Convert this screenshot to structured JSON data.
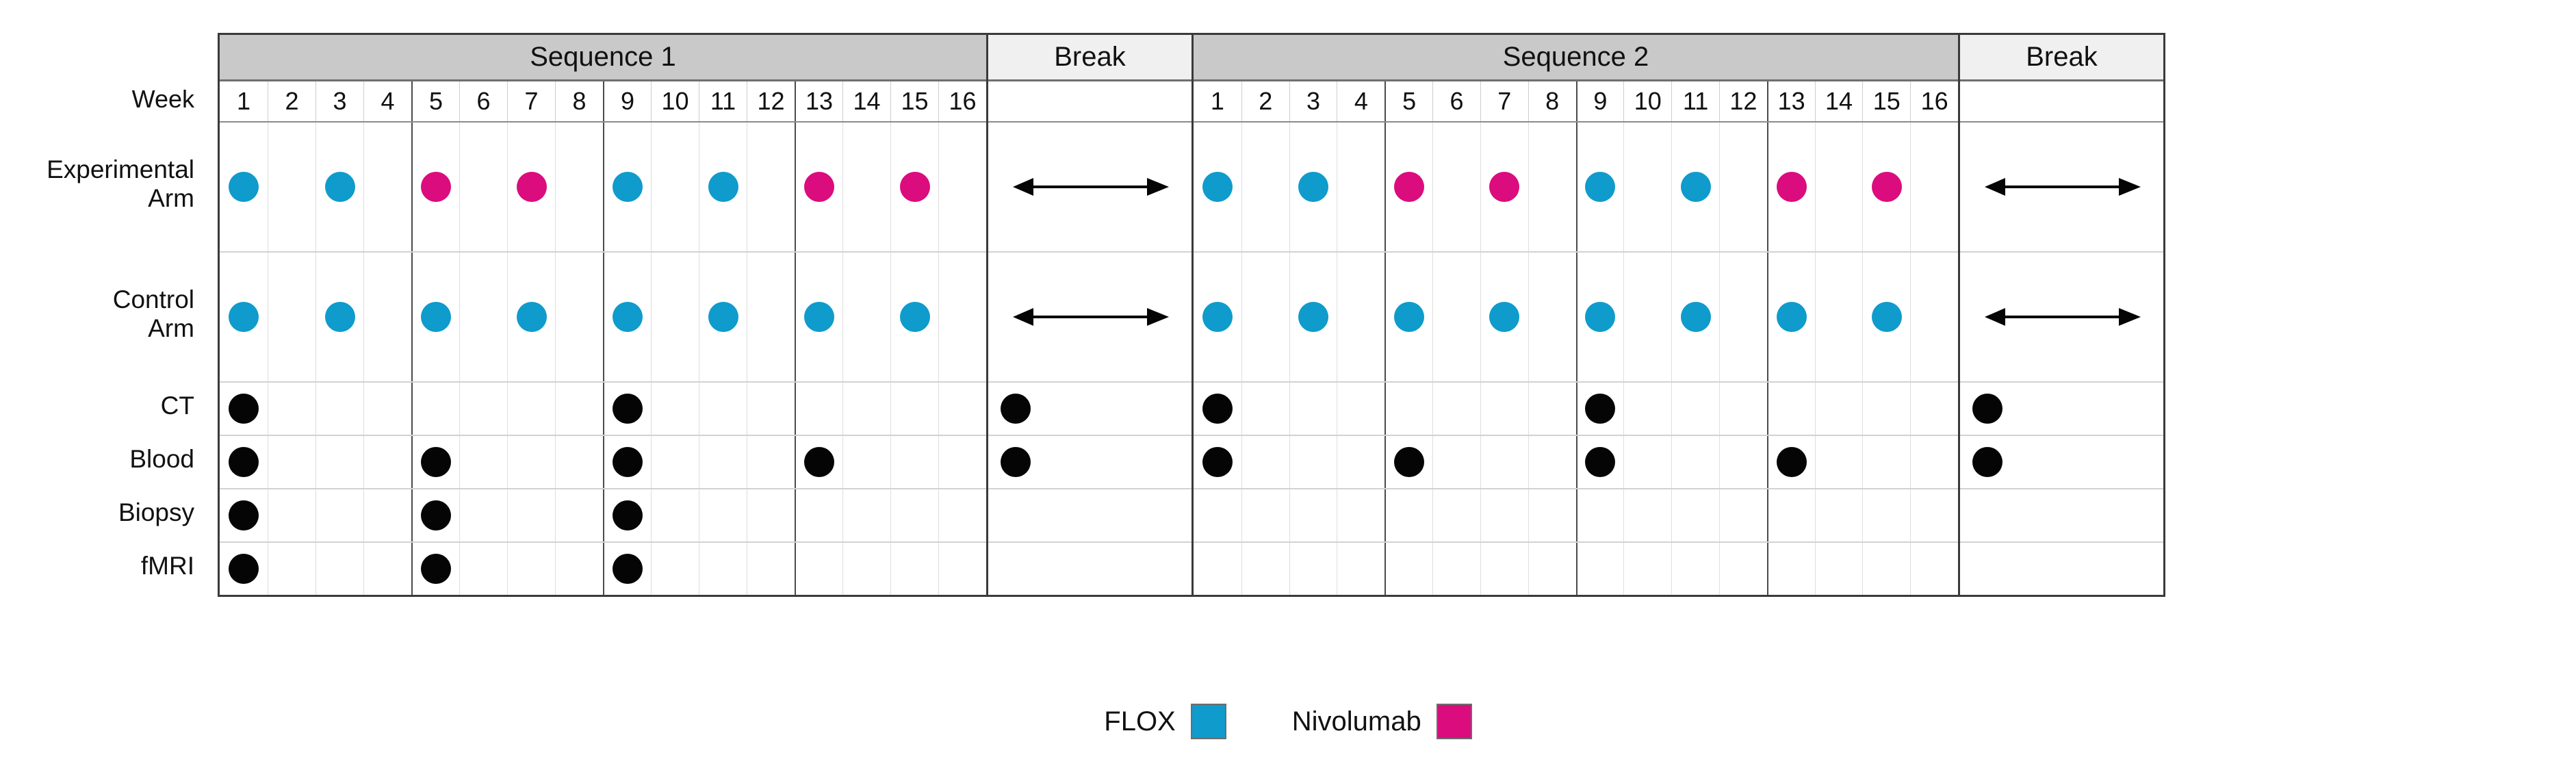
{
  "chart_data": {
    "type": "table",
    "title": "Clinical trial treatment and assessment schedule",
    "xlabel": "Week",
    "ylabel": "",
    "column_groups": [
      {
        "label": "Sequence 1",
        "kind": "sequence",
        "weeks": [
          1,
          2,
          3,
          4,
          5,
          6,
          7,
          8,
          9,
          10,
          11,
          12,
          13,
          14,
          15,
          16
        ]
      },
      {
        "label": "Break",
        "kind": "break",
        "weeks": []
      },
      {
        "label": "Sequence 2",
        "kind": "sequence",
        "weeks": [
          1,
          2,
          3,
          4,
          5,
          6,
          7,
          8,
          9,
          10,
          11,
          12,
          13,
          14,
          15,
          16
        ]
      },
      {
        "label": "Break",
        "kind": "break",
        "weeks": []
      }
    ],
    "week_axis_label": "Week",
    "rows": [
      {
        "label": "Experimental\nArm",
        "marker": "treatment",
        "sequence_1": {
          "flox_weeks": [
            1,
            3,
            9,
            11
          ],
          "nivolumab_weeks": [
            5,
            7,
            13,
            15
          ]
        },
        "break_1": {
          "arrow": true
        },
        "sequence_2": {
          "flox_weeks": [
            1,
            3,
            9,
            11
          ],
          "nivolumab_weeks": [
            5,
            7,
            13,
            15
          ]
        },
        "break_2": {
          "arrow": true
        }
      },
      {
        "label": "Control\nArm",
        "marker": "treatment",
        "sequence_1": {
          "flox_weeks": [
            1,
            3,
            5,
            7,
            9,
            11,
            13,
            15
          ],
          "nivolumab_weeks": []
        },
        "break_1": {
          "arrow": true
        },
        "sequence_2": {
          "flox_weeks": [
            1,
            3,
            5,
            7,
            9,
            11,
            13,
            15
          ],
          "nivolumab_weeks": []
        },
        "break_2": {
          "arrow": true
        }
      },
      {
        "label": "CT",
        "marker": "procedure",
        "sequence_1": {
          "weeks": [
            1,
            9
          ]
        },
        "break_1": {
          "dot": true
        },
        "sequence_2": {
          "weeks": [
            1,
            9
          ]
        },
        "break_2": {
          "dot": true
        }
      },
      {
        "label": "Blood",
        "marker": "procedure",
        "sequence_1": {
          "weeks": [
            1,
            5,
            9,
            13
          ]
        },
        "break_1": {
          "dot": true
        },
        "sequence_2": {
          "weeks": [
            1,
            5,
            9,
            13
          ]
        },
        "break_2": {
          "dot": true
        }
      },
      {
        "label": "Biopsy",
        "marker": "procedure",
        "sequence_1": {
          "weeks": [
            1,
            5,
            9
          ]
        },
        "break_1": {
          "dot": false
        },
        "sequence_2": {
          "weeks": []
        },
        "break_2": {
          "dot": false
        }
      },
      {
        "label": "fMRI",
        "marker": "procedure",
        "sequence_1": {
          "weeks": [
            1,
            5,
            9
          ]
        },
        "break_1": {
          "dot": false
        },
        "sequence_2": {
          "weeks": []
        },
        "break_2": {
          "dot": false
        }
      }
    ],
    "legend": {
      "position": "bottom-center",
      "entries": [
        {
          "label": "FLOX",
          "color": "#0f9bcc"
        },
        {
          "label": "Nivolumab",
          "color": "#db0c7d"
        }
      ]
    },
    "colors": {
      "flox": "#0f9bcc",
      "nivolumab": "#db0c7d",
      "procedure": "#050505",
      "sequence_header_bg": "#c9c9c9",
      "break_header_bg": "#f0f0f0",
      "border": "#3a3a3a"
    }
  },
  "labels": {
    "week": "Week",
    "sequence_1": "Sequence 1",
    "sequence_2": "Sequence 2",
    "break_1": "Break",
    "break_2": "Break",
    "row_experimental": "Experimental\nArm",
    "row_control": "Control\nArm",
    "row_ct": "CT",
    "row_blood": "Blood",
    "row_biopsy": "Biopsy",
    "row_fmri": "fMRI"
  },
  "legend": {
    "flox_label": "FLOX",
    "nivolumab_label": "Nivolumab",
    "flox_color": "#0f9bcc",
    "nivolumab_color": "#db0c7d"
  }
}
